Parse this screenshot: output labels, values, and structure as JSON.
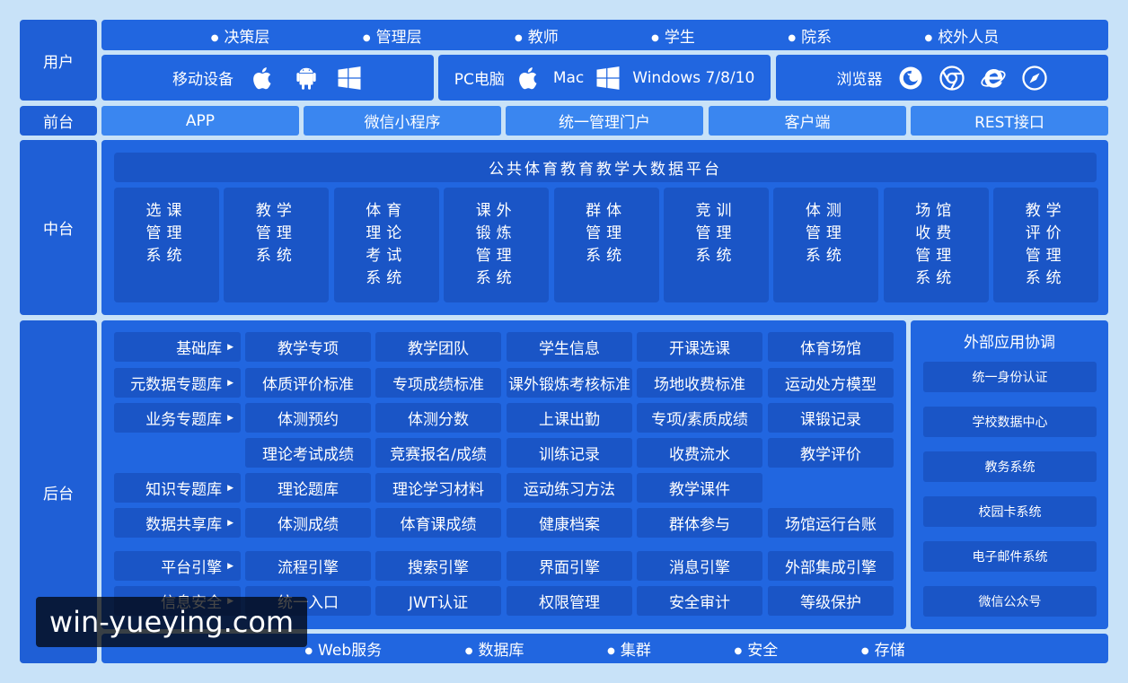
{
  "labels": {
    "user": "用户",
    "front": "前台",
    "middle": "中台",
    "back": "后台"
  },
  "users": [
    "决策层",
    "管理层",
    "教师",
    "学生",
    "院系",
    "校外人员"
  ],
  "devices": {
    "mobile": {
      "label": "移动设备",
      "icons": [
        "apple-icon",
        "android-icon",
        "windows-icon"
      ]
    },
    "pc": {
      "label": "PC电脑",
      "mac_label": "Mac",
      "win_label": "Windows 7/8/10",
      "icons": [
        "apple-icon",
        "windows-icon"
      ]
    },
    "browser": {
      "label": "浏览器",
      "icons": [
        "firefox-icon",
        "chrome-icon",
        "ie-icon",
        "safari-icon"
      ]
    }
  },
  "front": [
    "APP",
    "微信小程序",
    "统一管理门户",
    "客户端",
    "REST接口"
  ],
  "middle": {
    "platform": "公共体育教育教学大数据平台",
    "systems": [
      [
        "选课",
        "管理",
        "系统"
      ],
      [
        "教学",
        "管理",
        "系统"
      ],
      [
        "体育",
        "理论",
        "考试",
        "系统"
      ],
      [
        "课外",
        "锻炼",
        "管理",
        "系统"
      ],
      [
        "群体",
        "管理",
        "系统"
      ],
      [
        "竞训",
        "管理",
        "系统"
      ],
      [
        "体测",
        "管理",
        "系统"
      ],
      [
        "场馆",
        "收费",
        "管理",
        "系统"
      ],
      [
        "教学",
        "评价",
        "管理",
        "系统"
      ]
    ]
  },
  "back": {
    "categories": [
      "基础库",
      "元数据专题库",
      "业务专题库",
      "知识专题库",
      "数据共享库",
      "平台引擎",
      "信息安全"
    ],
    "rows": [
      [
        "教学专项",
        "教学团队",
        "学生信息",
        "开课选课",
        "体育场馆"
      ],
      [
        "体质评价标准",
        "专项成绩标准",
        "课外锻炼考核标准",
        "场地收费标准",
        "运动处方模型"
      ],
      [
        "体测预约",
        "体测分数",
        "上课出勤",
        "专项/素质成绩",
        "课锻记录"
      ],
      [
        "理论考试成绩",
        "竞赛报名/成绩",
        "训练记录",
        "收费流水",
        "教学评价"
      ],
      [
        "理论题库",
        "理论学习材料",
        "运动练习方法",
        "教学课件"
      ],
      [
        "体测成绩",
        "体育课成绩",
        "健康档案",
        "群体参与",
        "场馆运行台账"
      ],
      [
        "流程引擎",
        "搜索引擎",
        "界面引擎",
        "消息引擎",
        "外部集成引擎"
      ],
      [
        "统一入口",
        "JWT认证",
        "权限管理",
        "安全审计",
        "等级保护"
      ]
    ],
    "external": {
      "title": "外部应用协调",
      "items": [
        "统一身份认证",
        "学校数据中心",
        "教务系统",
        "校园卡系统",
        "电子邮件系统",
        "微信公众号"
      ]
    }
  },
  "infra": [
    "Web服务",
    "数据库",
    "集群",
    "安全",
    "存储"
  ],
  "watermark": "win-yueying.com",
  "colors": {
    "background": "#c8e2f8",
    "panel": "#2166e0",
    "tile": "#1a55c6",
    "front_tile": "#3a86f0"
  }
}
